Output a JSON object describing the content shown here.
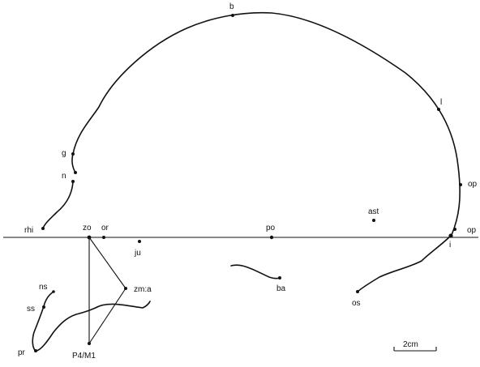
{
  "landmarks": {
    "b": "b",
    "l": "l",
    "g": "g",
    "n": "n",
    "op1": "op",
    "op2": "op",
    "ast": "ast",
    "rhi": "rhi",
    "zo": "zo",
    "or": "or",
    "po": "po",
    "ju": "ju",
    "i": "i",
    "ns": "ns",
    "ss": "ss",
    "zma": "zm:a",
    "ba": "ba",
    "os": "os",
    "pr": "pr",
    "p4m1": "P4/M1"
  },
  "scale": {
    "label": "2cm"
  }
}
